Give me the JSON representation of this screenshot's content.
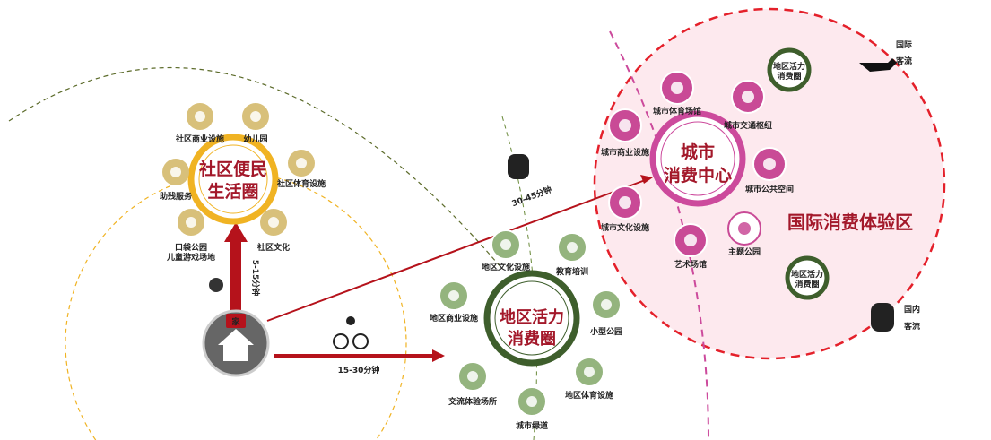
{
  "colors": {
    "community": "#f0b323",
    "community_icon": "#d8c07a",
    "district": "#3e5e2c",
    "district_icon": "#94b47e",
    "city": "#cc4a9c",
    "city_icon": "#c94a96",
    "arrow": "#b5121b",
    "zone_fill": "#fde9ee"
  },
  "home": {
    "label": "家"
  },
  "community": {
    "title_line1": "社区便民",
    "title_line2": "生活圈",
    "items": [
      {
        "label": "社区商业设施",
        "icon": "cart-icon"
      },
      {
        "label": "幼儿园",
        "icon": "child-icon"
      },
      {
        "label": "社区体育设施",
        "icon": "runner-icon"
      },
      {
        "label": "助残服务",
        "icon": "wheelchair-icon"
      },
      {
        "label": "口袋公园",
        "label2": "儿童游戏场地",
        "icon": "flower-pot-icon"
      },
      {
        "label": "社区文化",
        "icon": "house-icon"
      }
    ]
  },
  "district": {
    "title_line1": "地区活力",
    "title_line2": "消费圈",
    "items": [
      {
        "label": "地区文化设施",
        "icon": "culture-icon"
      },
      {
        "label": "教育培训",
        "icon": "education-icon"
      },
      {
        "label": "地区商业设施",
        "icon": "cart-icon"
      },
      {
        "label": "小型公园",
        "icon": "flower-pot-icon"
      },
      {
        "label": "交流体验场所",
        "icon": "people-icon"
      },
      {
        "label": "城市绿道",
        "icon": "runner-icon"
      },
      {
        "label": "地区体育设施",
        "icon": "track-icon"
      }
    ]
  },
  "city": {
    "title_line1": "城市",
    "title_line2": "消费中心",
    "zone_label": "国际消费体验区",
    "items": [
      {
        "label": "城市体育场馆",
        "icon": "track-icon"
      },
      {
        "label": "城市交通枢纽",
        "icon": "building-icon"
      },
      {
        "label": "城市商业设施",
        "icon": "shopping-bag-icon"
      },
      {
        "label": "城市公共空间",
        "icon": "runner-icon"
      },
      {
        "label": "城市文化设施",
        "icon": "culture-icon"
      },
      {
        "label": "艺术场馆",
        "icon": "book-house-icon"
      },
      {
        "label": "主题公园",
        "icon": "flower-pot-icon"
      }
    ],
    "sub_circles": [
      {
        "line1": "地区活力",
        "line2": "消费圈"
      },
      {
        "line1": "地区活力",
        "line2": "消费圈"
      }
    ]
  },
  "travel": {
    "walk": "5-15分钟",
    "bike": "15-30分钟",
    "metro": "30-45分钟"
  },
  "flows": {
    "intl_line1": "国际",
    "intl_line2": "客流",
    "domestic_line1": "国内",
    "domestic_line2": "客流"
  }
}
